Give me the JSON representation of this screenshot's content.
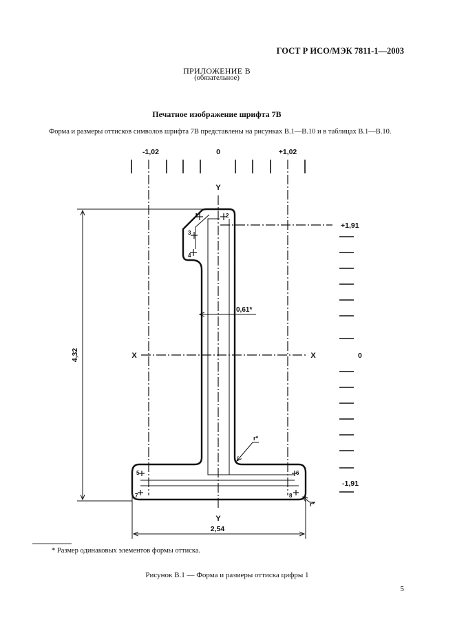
{
  "header": {
    "standard": "ГОСТ Р ИСО/МЭК 7811-1—2003"
  },
  "appendix": {
    "title": "ПРИЛОЖЕНИЕ В",
    "note": "(обязательное)"
  },
  "section_title": "Печатное изображение шрифта 7В",
  "paragraph": "Форма и размеры оттисков символов шрифта 7В представлены на рисунках В.1—В.10 и в таблицах В.1—В.10.",
  "figure": {
    "top_labels": {
      "left": "-1,02",
      "center": "0",
      "right": "+1,02"
    },
    "axis_y": "Y",
    "axis_x": "X",
    "right_labels": {
      "top": "+1,91",
      "middle": "0",
      "bottom": "-1,91"
    },
    "height_dim": "4,32",
    "width_dim": "2,54",
    "stroke_dim": "0,61*",
    "radius_label": "r*",
    "points": [
      "1",
      "2",
      "3",
      "4",
      "5",
      "6",
      "7",
      "8"
    ]
  },
  "footnote": "* Размер одинаковых элементов формы оттиска.",
  "caption": "Рисунок В.1 — Форма и размеры оттиска цифры 1",
  "page_number": "5"
}
